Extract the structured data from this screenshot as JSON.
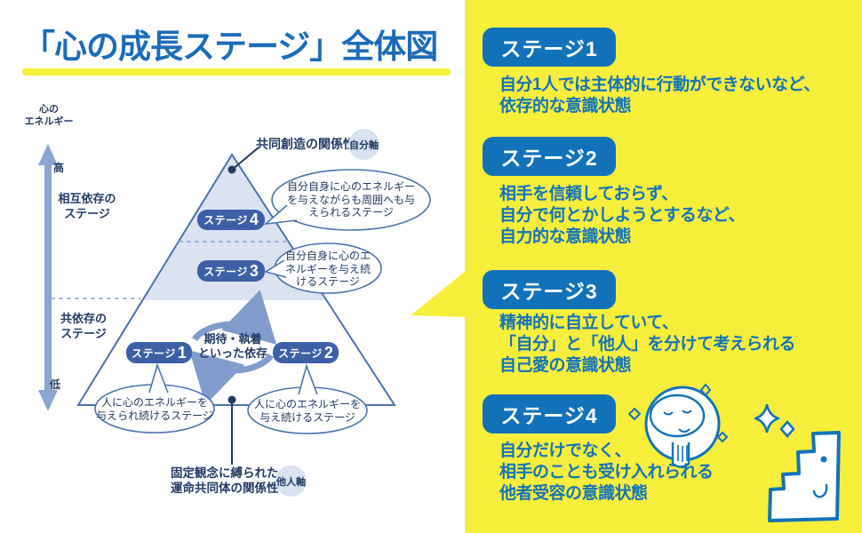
{
  "title": "「心の成長ステージ」全体図",
  "colors": {
    "title_blue": "#1a6cb7",
    "panel_yellow": "#f7ee3c",
    "badge_blue": "#1172b9",
    "pill_navy": "#3b60a6",
    "diagram_navy": "#213a63",
    "pyramid_fill": "#dbe3f2",
    "line_blue": "#4a72b0",
    "arrow_blue": "#8aa5d2"
  },
  "diagram": {
    "axis": {
      "label": "心の\nエネルギー",
      "high": "高",
      "low": "低"
    },
    "zones": [
      {
        "label": "相互依存の\nステージ"
      },
      {
        "label": "共依存の\nステージ"
      }
    ],
    "apex_label": "共同創造の関係性",
    "self_axis_badge": "自分軸",
    "other_axis_badge": "他人軸",
    "base_label": "固定観念に縛られた\n運命共同体の関係性",
    "center_label": "期待・執着\nといった依存",
    "pills": [
      {
        "label": "ステージ",
        "num": "1",
        "bubble": "人に心のエネルギーを\n与えられ続けるステージ"
      },
      {
        "label": "ステージ",
        "num": "2",
        "bubble": "人に心のエネルギーを\n与え続けるステージ"
      },
      {
        "label": "ステージ",
        "num": "3",
        "bubble": "自分自身に心のエ\nネルギーを与え続\nけるステージ"
      },
      {
        "label": "ステージ",
        "num": "4",
        "bubble": "自分自身に心のエネルギー\nを与えながらも周囲へも与\nえられるステージ"
      }
    ]
  },
  "stages": [
    {
      "badge": "ステージ1",
      "description": "自分1人では主体的に行動ができないなど、\n依存的な意識状態"
    },
    {
      "badge": "ステージ2",
      "description": "相手を信頼しておらず、\n自分で何とかしようとするなど、\n自力的な意識状態"
    },
    {
      "badge": "ステージ3",
      "description": "精神的に自立していて、\n「自分」と「他人」を分けて考えられる\n自己愛の意識状態"
    },
    {
      "badge": "ステージ4",
      "description": "自分だけでなく、\n相手のことも受け入れられる\n他者受容の意識状態"
    }
  ],
  "illustrations": {
    "face": "self-reflection-mirror-face",
    "stairs": "growth-staircase",
    "sparkles": "sparkle-icon"
  }
}
